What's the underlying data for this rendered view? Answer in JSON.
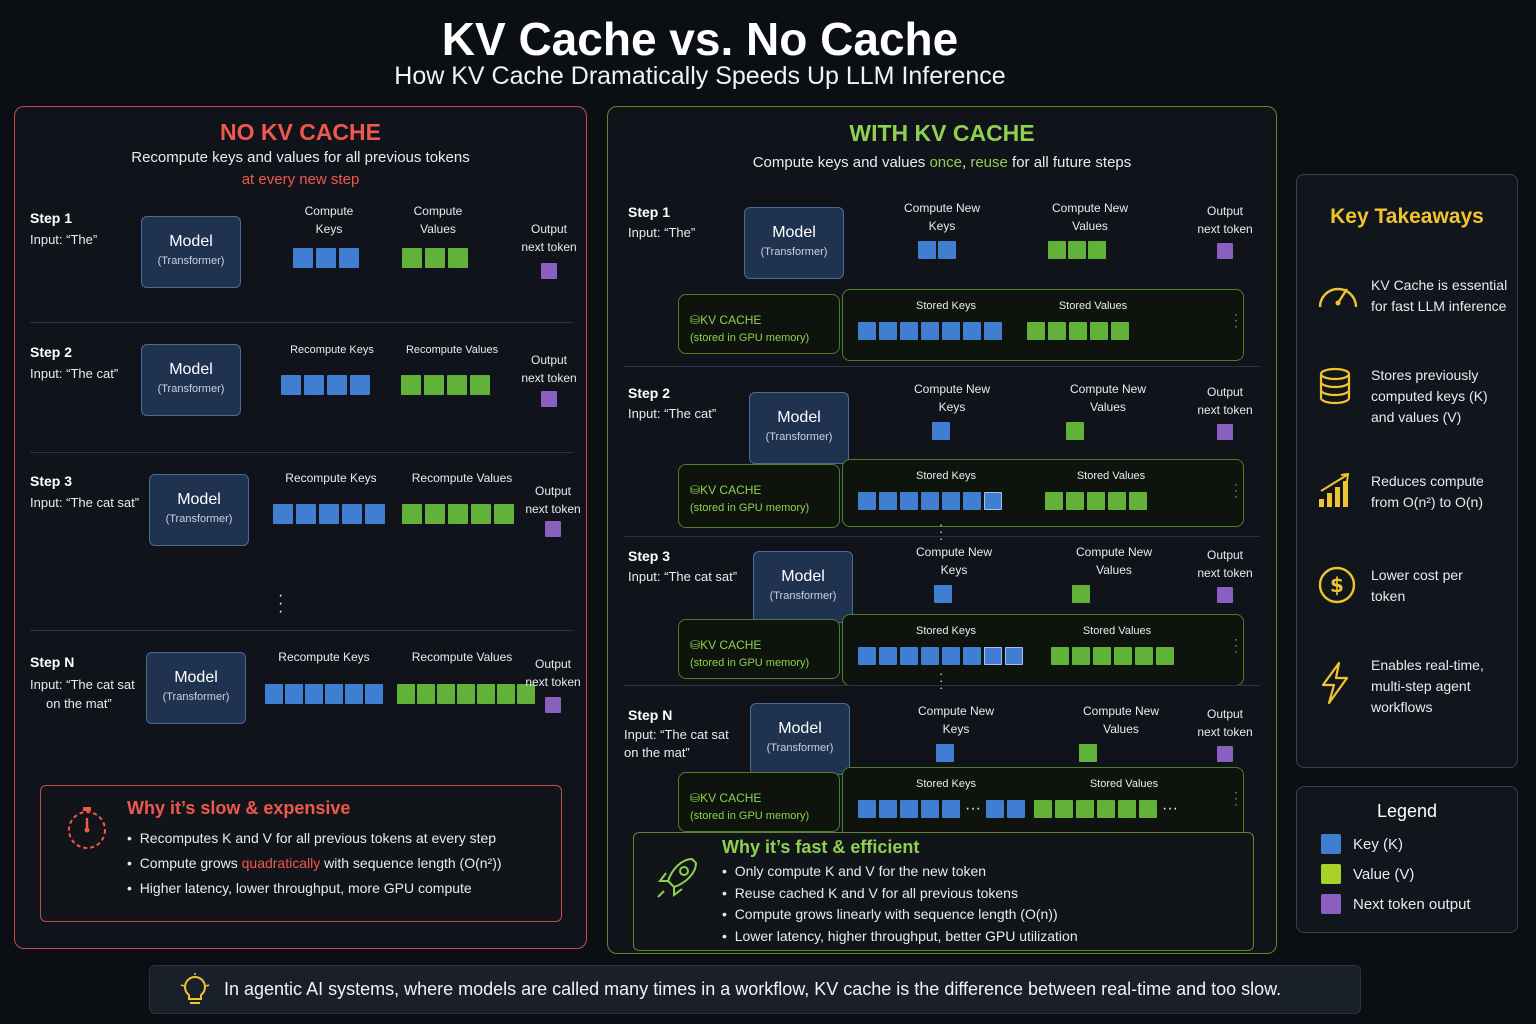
{
  "header": {
    "title": "KV Cache vs. No Cache",
    "subtitle": "How KV Cache Dramatically Speeds Up LLM Inference"
  },
  "no_cache": {
    "heading": "NO KV CACHE",
    "desc_line1": "Recompute keys and values for all previous tokens",
    "desc_line2": "at every new step",
    "model_title": "Model",
    "model_sub": "(Transformer)",
    "output_label_1": "Output",
    "output_label_2": "next token",
    "steps": [
      {
        "label": "Step 1",
        "input": "Input: “The”",
        "keys_label_1": "Compute",
        "keys_label_2": "Keys",
        "values_label_1": "Compute",
        "values_label_2": "Values",
        "n": 3
      },
      {
        "label": "Step 2",
        "input": "Input: “The cat”",
        "keys_label_1": "Recompute Keys",
        "values_label_1": "Recompute Values",
        "n": 4
      },
      {
        "label": "Step 3",
        "input": "Input: “The cat sat”",
        "keys_label_1": "Recompute Keys",
        "values_label_1": "Recompute Values",
        "n": 5
      },
      {
        "label": "Step N",
        "input_1": "Input: “The cat sat",
        "input_2": "on the mat”",
        "keys_label_1": "Recompute Keys",
        "values_label_1": "Recompute Values",
        "n": 6
      }
    ],
    "why": {
      "title": "Why it’s slow & expensive",
      "b1": "Recomputes K and V for all previous tokens at every step",
      "b2_a": "Compute grows ",
      "b2_red": "quadratically",
      "b2_b": " with sequence length (O(n²))",
      "b3": "Higher latency, lower throughput, more GPU compute"
    }
  },
  "with_cache": {
    "heading": "WITH KV CACHE",
    "desc_a": "Compute keys and values ",
    "desc_once": "once",
    "desc_b": ", ",
    "desc_reuse": "reuse",
    "desc_c": " for all future steps",
    "model_title": "Model",
    "model_sub": "(Transformer)",
    "compute_new_1": "Compute New",
    "compute_new_keys": "Keys",
    "compute_new_values": "Values",
    "output_label_1": "Output",
    "output_label_2": "next token",
    "kv_cache_label": "KV CACHE",
    "kv_cache_sub": "(stored in GPU memory)",
    "stored_keys": "Stored Keys",
    "stored_values": "Stored Values",
    "steps": [
      {
        "label": "Step 1",
        "input": "Input: “The”"
      },
      {
        "label": "Step 2",
        "input": "Input: “The cat”"
      },
      {
        "label": "Step 3",
        "input": "Input: “The cat sat”"
      },
      {
        "label": "Step N",
        "input_1": "Input: “The cat sat",
        "input_2": "on the mat”"
      }
    ],
    "why": {
      "title": "Why it’s fast & efficient",
      "b1": "Only compute K and V for the new token",
      "b2": "Reuse cached K and V for all previous tokens",
      "b3": "Compute grows linearly with sequence length (O(n))",
      "b4": "Lower latency, higher throughput, better GPU utilization"
    }
  },
  "takeaways": {
    "title": "Key Takeaways",
    "items": [
      {
        "icon": "speedometer-icon",
        "text": "KV Cache is essential for fast LLM inference"
      },
      {
        "icon": "database-icon",
        "text": "Stores previously computed keys (K) and values (V)"
      },
      {
        "icon": "bar-chart-up-icon",
        "text": "Reduces compute from O(n²) to O(n)"
      },
      {
        "icon": "dollar-coin-icon",
        "text": "Lower cost per token"
      },
      {
        "icon": "lightning-icon",
        "text": "Enables real-time, multi-step agent workflows"
      }
    ]
  },
  "legend": {
    "title": "Legend",
    "items": [
      {
        "label": "Key (K)",
        "color": "#3f7ed1"
      },
      {
        "label": "Value (V)",
        "color": "#a9d229"
      },
      {
        "label": "Next token output",
        "color": "#8a5fc0"
      }
    ]
  },
  "footer": {
    "text": "In agentic AI systems, where models are called many times in a workflow, KV cache is the difference between real-time and too slow."
  },
  "colors": {
    "key": "#3f7ed1",
    "value": "#62b23a",
    "output": "#8a5fc0",
    "red_accent": "#f0584e",
    "green_accent": "#8fd14f",
    "gold": "#f2c331"
  }
}
